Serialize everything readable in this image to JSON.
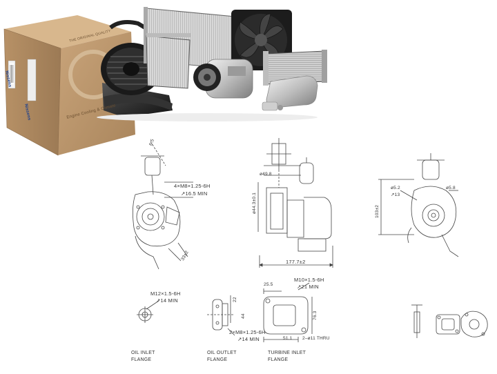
{
  "brand": {
    "box_side_brand": "Nissens",
    "box_front_brand": "Nissens",
    "box_slogan": "Engine Cooling & Climate",
    "box_edge_text": "THE ORIGINAL QUALITY"
  },
  "labels": {
    "thread1": "4×M8×1.25-6H",
    "depth1": "↗16.5 MIN",
    "dim_d498": "ø49.8",
    "dim_443": "ø44.3±0.1",
    "dim_1777": "177.7±2",
    "dim_103": "103±2",
    "dim_d52": "ø5.2",
    "depth13": "↗13",
    "dim_d58": "ø5.8",
    "thread2": "M12×1.5-6H",
    "depth14a": "↗14 MIN",
    "dim_22": "22",
    "dim_44": "44",
    "thread3": "2×M8×1.25-6H",
    "depth14b": "↗14 MIN",
    "thread4": "M10×1.5-6H",
    "depth21": "↗21 MIN",
    "dim_255": "25.5",
    "dim_763": "76.3",
    "dim_511": "51.1",
    "holes": "2–ø11 THRU",
    "dim_33": "33±2",
    "dim_65": "6.5"
  },
  "captions": {
    "oil_inlet": [
      "OIL INLET",
      "FLANGE"
    ],
    "oil_outlet": [
      "OIL OUTLET",
      "FLANGE"
    ],
    "turbine_inlet": [
      "TURBINE INLET",
      "FLANGE"
    ]
  }
}
